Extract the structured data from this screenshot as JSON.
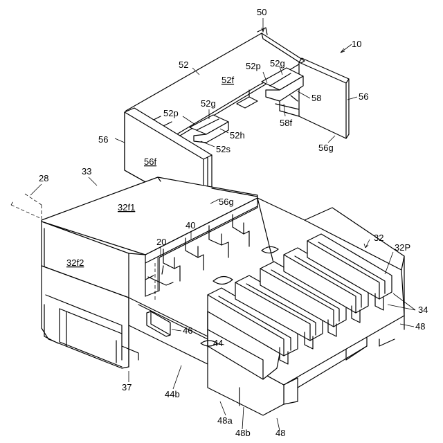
{
  "labels": {
    "l50": "50",
    "l10": "10",
    "l52": "52",
    "l52p_a": "52p",
    "l52g_a": "52g",
    "l52f": "52f",
    "l58": "58",
    "l56_r": "56",
    "l58f": "58f",
    "l56g_r": "56g",
    "l52p_b": "52p",
    "l52g_b": "52g",
    "l52h": "52h",
    "l52s": "52s",
    "l56_l": "56",
    "l56f": "56f",
    "l28": "28",
    "l33": "33",
    "l32f1": "32f1",
    "l56g_l": "56g",
    "l40": "40",
    "l32": "32",
    "l32P": "32P",
    "l20": "20",
    "l32f2": "32f2",
    "l34": "34",
    "l48_r": "48",
    "l46": "46",
    "l44": "44",
    "l44b": "44b",
    "l37": "37",
    "l48a": "48a",
    "l48b": "48b",
    "l48_b": "48"
  }
}
